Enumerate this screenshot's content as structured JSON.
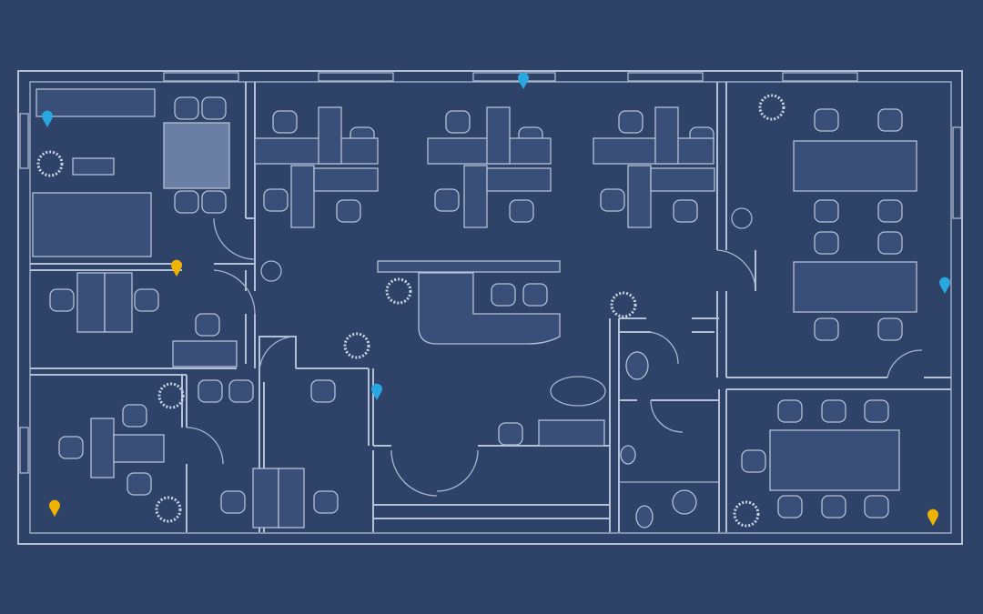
{
  "colors": {
    "background": "#2f4369",
    "lines": "#b3c0d8",
    "pin_blue": "#29a8e0",
    "pin_yellow": "#f0b400"
  },
  "pins": [
    {
      "color": "blue",
      "icon": "map-pin-icon"
    },
    {
      "color": "blue",
      "icon": "map-pin-icon"
    },
    {
      "color": "yellow",
      "icon": "map-pin-icon"
    },
    {
      "color": "blue",
      "icon": "map-pin-icon"
    },
    {
      "color": "blue",
      "icon": "map-pin-icon"
    },
    {
      "color": "yellow",
      "icon": "map-pin-icon"
    },
    {
      "color": "yellow",
      "icon": "map-pin-icon"
    }
  ]
}
